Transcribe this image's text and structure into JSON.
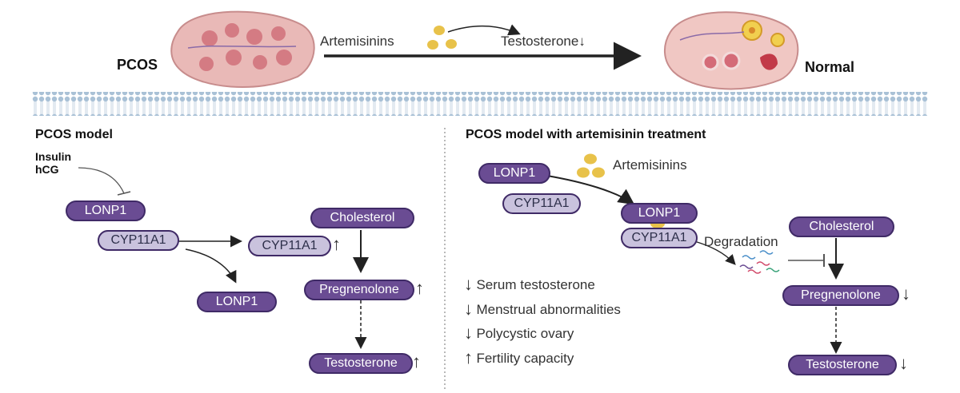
{
  "top": {
    "left_label": "PCOS",
    "right_label": "Normal",
    "drug_label": "Artemisinins",
    "effect_label": "Testosterone↓"
  },
  "left_panel": {
    "title": "PCOS model",
    "inducer_line1": "Insulin",
    "inducer_line2": "hCG",
    "lonp1_top": "LONP1",
    "cyp_left": "CYP11A1",
    "cyp_right": "CYP11A1",
    "cyp_right_arrow": "↑",
    "lonp1_bottom": "LONP1",
    "cholesterol": "Cholesterol",
    "pregnenolone": "Pregnenolone",
    "pregnenolone_arrow": "↑",
    "testosterone": "Testosterone",
    "testosterone_arrow": "↑"
  },
  "right_panel": {
    "title": "PCOS model with artemisinin treatment",
    "lonp1": "LONP1",
    "cyp": "CYP11A1",
    "drug_label": "Artemisinins",
    "complex_lonp1": "LONP1",
    "complex_cyp": "CYP11A1",
    "degradation": "Degradation",
    "cholesterol": "Cholesterol",
    "pregnenolone": "Pregnenolone",
    "pregnenolone_arrow": "↓",
    "testosterone": "Testosterone",
    "testosterone_arrow": "↓",
    "outcomes": [
      {
        "arrow": "↓",
        "text": "Serum testosterone"
      },
      {
        "arrow": "↓",
        "text": "Menstrual abnormalities"
      },
      {
        "arrow": "↓",
        "text": "Polycystic ovary"
      },
      {
        "arrow": "↑",
        "text": "Fertility capacity"
      }
    ]
  },
  "colors": {
    "purple": "#6a4c93",
    "purple_dark": "#3f2a66",
    "lavender": "#c9c2dd",
    "pill_yellow": "#e8c24a",
    "ovary_pink": "#e7b3b3",
    "membrane_blue": "#b9cfe0"
  }
}
